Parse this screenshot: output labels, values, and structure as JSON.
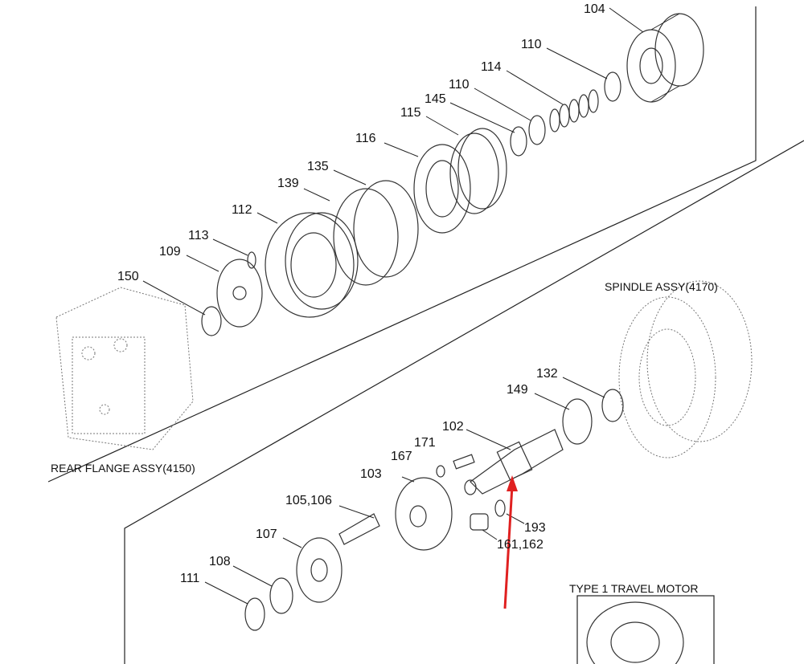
{
  "labels": {
    "p104": "104",
    "p110a": "110",
    "p114": "114",
    "p110b": "110",
    "p145": "145",
    "p115": "115",
    "p116": "116",
    "p135": "135",
    "p139": "139",
    "p112": "112",
    "p113": "113",
    "p109": "109",
    "p150": "150",
    "p132": "132",
    "p149": "149",
    "p102": "102",
    "p171": "171",
    "p167": "167",
    "p103": "103",
    "p105": "105,106",
    "p193": "193",
    "p161": "161,162",
    "p107": "107",
    "p108": "108",
    "p111": "111"
  },
  "assemblies": {
    "spindle": "SPINDLE ASSY(4170)",
    "rear_flange": "REAR FLANGE ASSY(4150)",
    "type1": "TYPE 1 TRAVEL MOTOR"
  },
  "colors": {
    "arrow": "#e02020"
  }
}
